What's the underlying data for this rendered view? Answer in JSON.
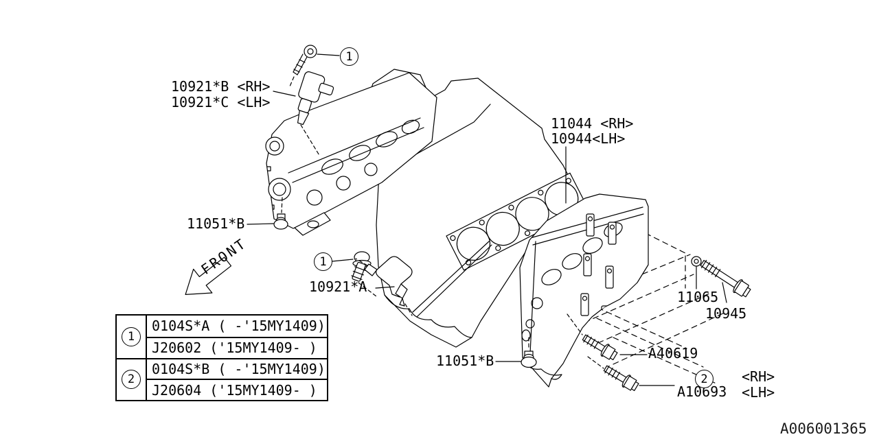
{
  "diagram": {
    "doc_number": "A006001365",
    "front_label": "FRONT",
    "callouts": {
      "coil_top_line1": "10921*B <RH>",
      "coil_top_line2": "10921*C <LH>",
      "gasket_line1": "11044 <RH>",
      "gasket_line2": "10944<LH>",
      "plug_left": "11051*B",
      "plug_bottom": "11051*B",
      "coil_mid": "10921*A",
      "washer": "11065",
      "head_bolt": "10945",
      "bolt_upper": "A40619",
      "bolt_lower": "A10693",
      "bolt_lower_rh": "<RH>",
      "bolt_lower_lh": "<LH>"
    },
    "ref_circles": {
      "one": "1",
      "two": "2"
    },
    "legend": {
      "items": [
        {
          "num": "1",
          "rows": [
            "0104S*A ( -'15MY1409)",
            "J20602 ('15MY1409- )"
          ]
        },
        {
          "num": "2",
          "rows": [
            "0104S*B ( -'15MY1409)",
            "J20604 ('15MY1409- )"
          ]
        }
      ]
    }
  }
}
